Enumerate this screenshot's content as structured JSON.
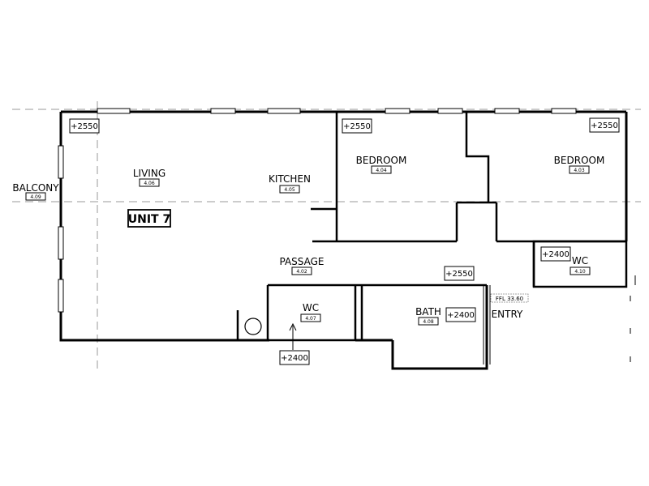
{
  "unit": "UNIT 7",
  "rooms": {
    "balcony": {
      "name": "BALCONY",
      "code": "4.09"
    },
    "living": {
      "name": "LIVING",
      "code": "4.06"
    },
    "kitchen": {
      "name": "KITCHEN",
      "code": "4.05"
    },
    "bedroom_1": {
      "name": "BEDROOM",
      "code": "4.04"
    },
    "bedroom_2": {
      "name": "BEDROOM",
      "code": "4.03"
    },
    "passage": {
      "name": "PASSAGE",
      "code": "4.02"
    },
    "wc_main": {
      "name": "WC",
      "code": "4.07"
    },
    "bath": {
      "name": "BATH",
      "code": "4.08"
    },
    "wc_side": {
      "name": "WC",
      "code": "4.10"
    },
    "entry": {
      "name": "ENTRY"
    }
  },
  "ceiling_heights": {
    "living": "+2550",
    "bedroom_1": "+2550",
    "bedroom_2": "+2550",
    "passage": "+2550",
    "wc_side": "+2400",
    "bath": "+2400",
    "wc_main": "+2400"
  },
  "ffl": "FFL 33.60"
}
